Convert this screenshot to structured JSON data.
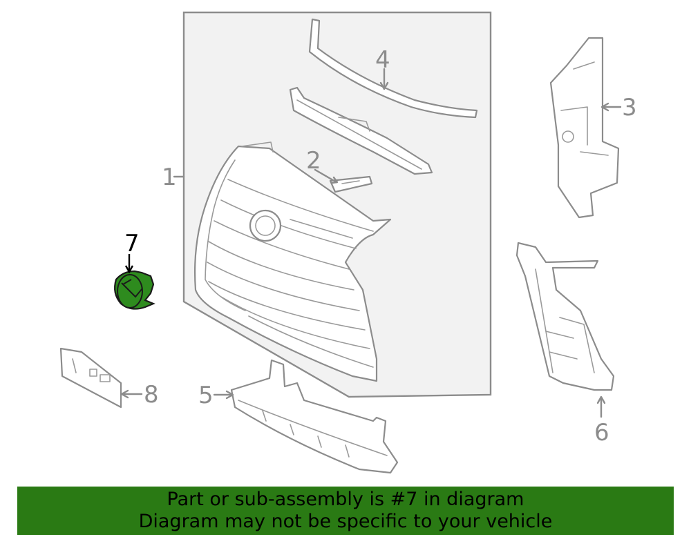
{
  "callouts": {
    "c1": "1",
    "c2": "2",
    "c3": "3",
    "c4": "4",
    "c5": "5",
    "c6": "6",
    "c7": "7",
    "c8": "8"
  },
  "banner": {
    "line1": "Part or sub-assembly is #7 in diagram",
    "line2": "Diagram may not be specific to your vehicle"
  },
  "colors": {
    "banner_bg": "#2a7a14",
    "highlight_part": "#2e8b1e",
    "line_art": "#8c8c8c",
    "panel_fill": "#f2f2f2"
  },
  "icons": [
    "lexus-emblem-icon"
  ]
}
